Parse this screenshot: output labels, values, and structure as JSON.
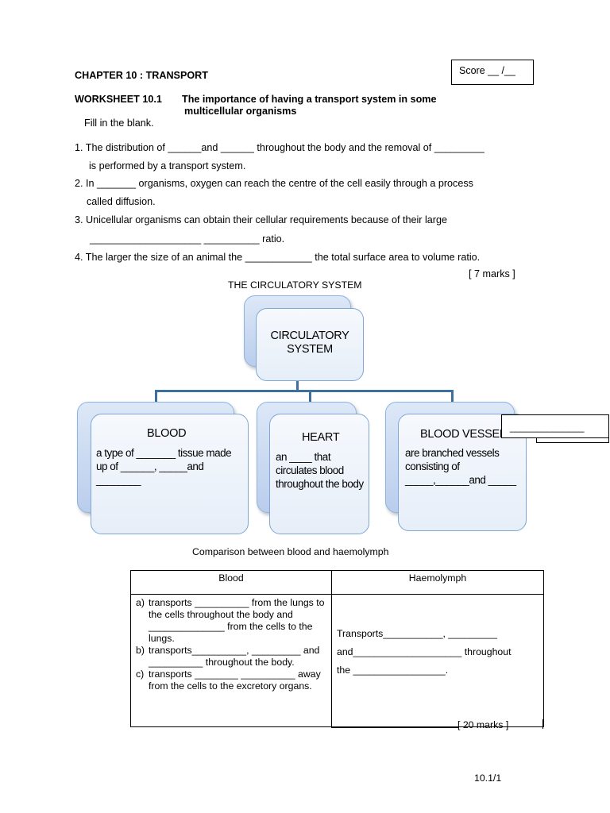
{
  "chapter_title": "CHAPTER 10 : TRANSPORT",
  "score": "Score __ /__",
  "worksheet": {
    "label": "WORKSHEET 10.1",
    "title_line1": "The importance of having a transport system in some",
    "title_line2": "multicellular organisms"
  },
  "instruction": "Fill in the blank.",
  "questions": [
    {
      "line1": "1. The distribution of ______and ______ throughout the body and the removal of _________",
      "line2": "is performed  by  a transport system."
    },
    {
      "line1": "2. In _______ organisms, oxygen can reach the centre of the cell easily through a process",
      "line2": "called diffusion."
    },
    {
      "line1": "3. Unicellular organisms can obtain their cellular requirements because of their large",
      "line2": "____________________    __________ ratio."
    },
    {
      "line1": "4. The larger the size of an animal the ____________ the total surface area to volume ratio.",
      "line2": ""
    }
  ],
  "marks_1": "[ 7 marks ]",
  "diagram": {
    "heading": "THE CIRCULATORY SYSTEM",
    "root": {
      "line1": "CIRCULATORY",
      "line2": "SYSTEM"
    },
    "blood": {
      "title": "BLOOD",
      "text": "a type of _______ tissue made up of ______, _____and ________"
    },
    "heart": {
      "title": "HEART",
      "text": "an ____ that circulates blood throughout the body"
    },
    "vessel": {
      "title": "BLOOD VESSEL",
      "text": "are branched vessels consisting of _____,______and _____"
    },
    "callout": "______________"
  },
  "comparison": {
    "heading": "Comparison between blood and haemolymph",
    "col_blood": "Blood",
    "col_haemolymph": "Haemolymph",
    "blood_items": [
      {
        "label": "a)",
        "text": "transports __________ from the lungs to the cells throughout the body and ______________  from the cells to the lungs."
      },
      {
        "label": "b)",
        "text": "transports__________, _________ and __________ throughout the body."
      },
      {
        "label": "c)",
        "text": "transports ________ __________ away from the cells to the excretory organs."
      }
    ],
    "haemolymph_line1": "Transports___________,      _________",
    "haemolymph_line2": "and____________________    throughout",
    "haemolymph_line3": "the _________________."
  },
  "marks_2": "[ 20 marks ]",
  "page_number": "10.1/1"
}
